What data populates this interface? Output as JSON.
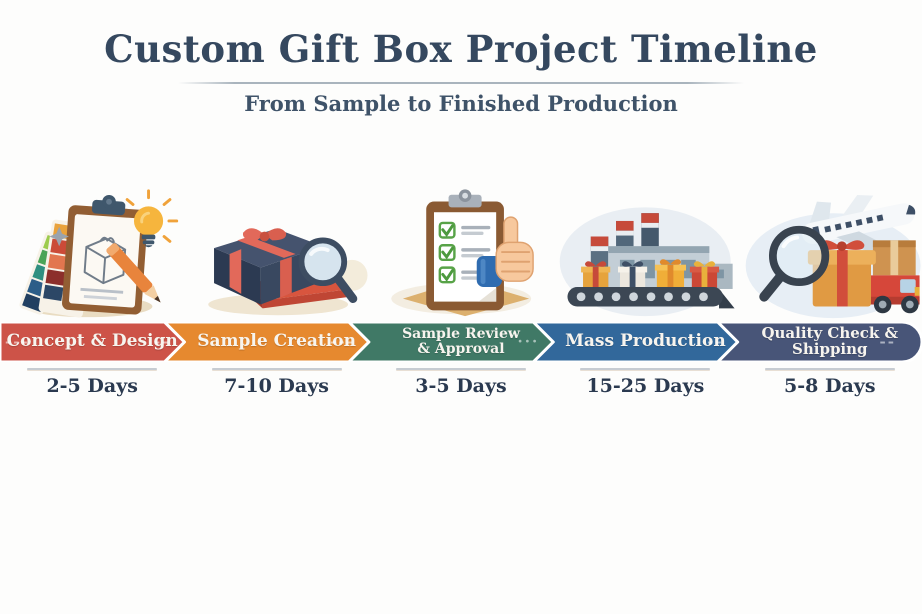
{
  "header": {
    "title": "Custom Gift Box Project Timeline",
    "subtitle": "From Sample to Finished Production"
  },
  "stages": [
    {
      "label": "Concept & Design",
      "days": "2-5 Days",
      "color": "#cd5348",
      "dash_left": "---",
      "dash_right": "--",
      "icon": "design-clipboard-swatches-pencil-lightbulb-icon"
    },
    {
      "label": "Sample Creation",
      "days": "7-10 Days",
      "color": "#e6892f",
      "dash_left": "",
      "dash_right": "---",
      "icon": "gift-box-magnifier-icon"
    },
    {
      "label": "Sample Review & Approval",
      "days": "3-5 Days",
      "color": "#407966",
      "dash_left": "",
      "dash_right": "···",
      "icon": "checklist-thumbs-up-icon"
    },
    {
      "label": "Mass Production",
      "days": "15-25 Days",
      "color": "#32689b",
      "dash_left": "",
      "dash_right": "--",
      "icon": "factory-conveyor-gift-boxes-icon"
    },
    {
      "label": "Quality Check & Shipping",
      "days": "5-8 Days",
      "color": "#485578",
      "dash_left": "",
      "dash_right": "--",
      "icon": "airplane-truck-magnifier-package-icon"
    }
  ]
}
